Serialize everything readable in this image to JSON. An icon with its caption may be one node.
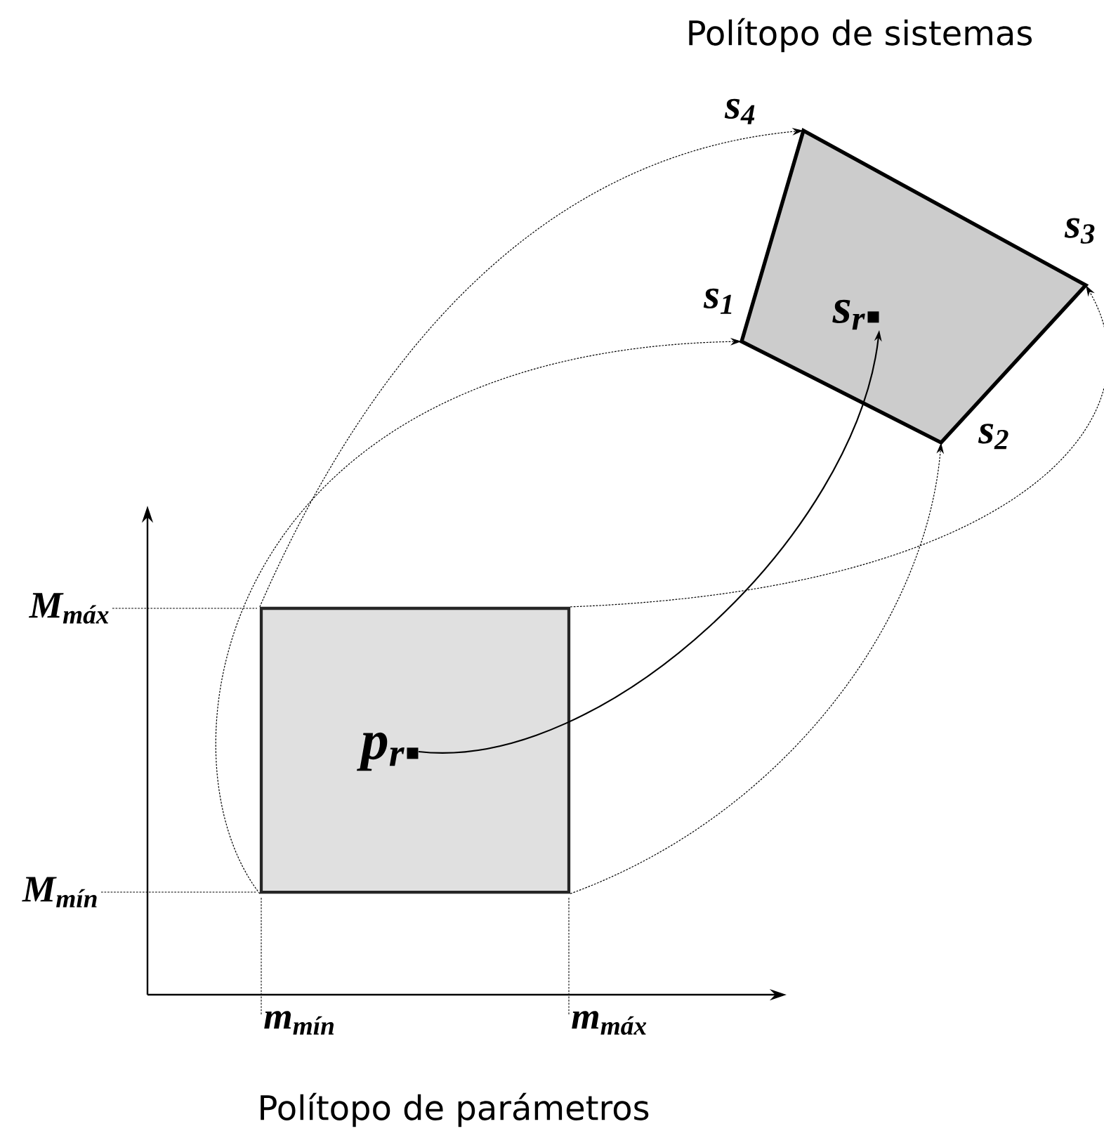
{
  "diagram": {
    "nodes": [
      {
        "text": [],
        "shape": "box"
      },
      {
        "text": [],
        "shape": "polygon"
      },
      {
        "text": [
          "p$_{r}$"
        ],
        "in": 0
      },
      {
        "text": [
          "s$_{r}$"
        ],
        "in": 1
      }
    ],
    "edges": [
      {
        "from": 2,
        "to": 3,
        "arrow": "to"
      },
      {
        "from": 0,
        "to": 1,
        "arrow": "to",
        "style": "dashed"
      },
      {
        "from": 0,
        "to": 1,
        "arrow": "to",
        "style": "dashed"
      },
      {
        "from": 0,
        "to": 1,
        "arrow": "to",
        "style": "dashed"
      },
      {
        "from": 0,
        "to": 1,
        "arrow": "to",
        "style": "dashed"
      }
    ],
    "labels": [
      "Polítopo de sistemas",
      "s$_{4}$",
      "s$_{3}$",
      "s$_{1}$",
      "s$_{2}$",
      "M$_{máx}$",
      "M$_{mín}$",
      "m$_{mín}$",
      "m$_{máx}$",
      "Polítopo de parámetros"
    ]
  }
}
